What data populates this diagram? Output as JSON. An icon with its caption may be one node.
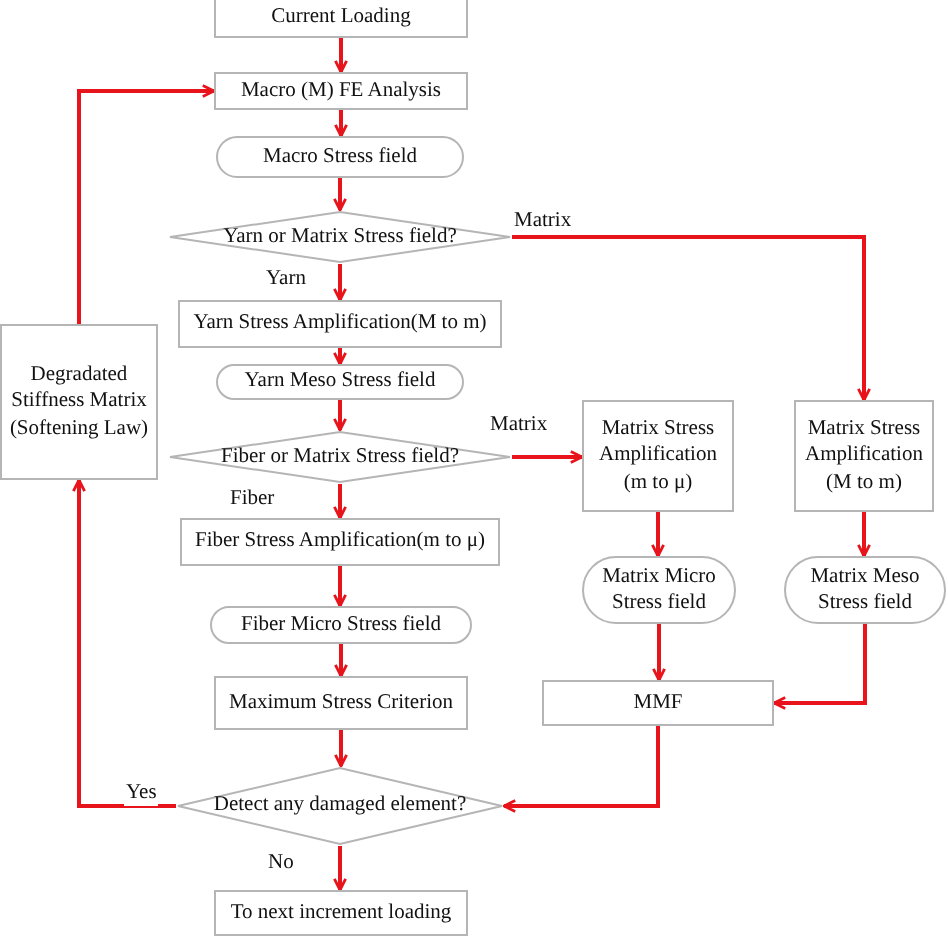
{
  "diagram": {
    "nodes": [
      {
        "text": [
          "Current Loading"
        ]
      },
      {
        "text": [
          "Macro (M) FE Analysis"
        ]
      },
      {
        "text": [
          "Macro Stress field"
        ]
      },
      {
        "text": [
          "Yarn or Matrix Stress field?"
        ]
      },
      {
        "text": [
          "Yarn Stress Amplification(M to m)"
        ]
      },
      {
        "text": [
          "Yarn Meso Stress field"
        ]
      },
      {
        "text": [
          "Fiber or Matrix Stress field?"
        ]
      },
      {
        "text": [
          "Fiber Stress Amplification(m to μ)"
        ]
      },
      {
        "text": [
          "Fiber Micro Stress field"
        ]
      },
      {
        "text": [
          "Maximum Stress Criterion"
        ]
      },
      {
        "text": [
          "Detect any damaged element?"
        ]
      },
      {
        "text": [
          "To next increment loading"
        ]
      },
      {
        "text": [
          "Degradated Stiffness Matrix (Softening Law)"
        ]
      },
      {
        "text": [
          "Matrix Stress Amplification (m to μ)"
        ]
      },
      {
        "text": [
          "Matrix Micro Stress field"
        ]
      },
      {
        "text": [
          "Matrix Stress Amplification (M to m)"
        ]
      },
      {
        "text": [
          "Matrix Meso Stress field"
        ]
      },
      {
        "text": [
          "MMF"
        ]
      }
    ],
    "edges": [
      {
        "from": 0,
        "to": 1,
        "arrow": "to"
      },
      {
        "from": 1,
        "to": 2,
        "arrow": "to"
      },
      {
        "from": 2,
        "to": 3,
        "arrow": "to"
      },
      {
        "from": 3,
        "to": 4,
        "arrow": "to",
        "label": "Yarn"
      },
      {
        "from": 4,
        "to": 5,
        "arrow": "to"
      },
      {
        "from": 5,
        "to": 6,
        "arrow": "to"
      },
      {
        "from": 6,
        "to": 13,
        "arrow": "to",
        "label": "Matrix"
      },
      {
        "from": 6,
        "to": 7,
        "arrow": "to",
        "label": "Fiber"
      },
      {
        "from": 7,
        "to": 8,
        "arrow": "to"
      },
      {
        "from": 8,
        "to": 9,
        "arrow": "to"
      },
      {
        "from": 9,
        "to": 10,
        "arrow": "to"
      },
      {
        "from": 10,
        "to": 11,
        "arrow": "to",
        "label": "No"
      },
      {
        "from": 10,
        "to": 12,
        "arrow": "to",
        "label": "Yes"
      },
      {
        "from": 12,
        "to": 1,
        "arrow": "to"
      },
      {
        "from": 3,
        "to": 15,
        "arrow": "to",
        "label": "Matrix"
      },
      {
        "from": 13,
        "to": 14,
        "arrow": "to"
      },
      {
        "from": 15,
        "to": 16,
        "arrow": "to"
      },
      {
        "from": 14,
        "to": 17,
        "arrow": "to"
      },
      {
        "from": 16,
        "to": 17,
        "arrow": "to"
      },
      {
        "from": 17,
        "to": 10,
        "arrow": "to"
      }
    ]
  }
}
